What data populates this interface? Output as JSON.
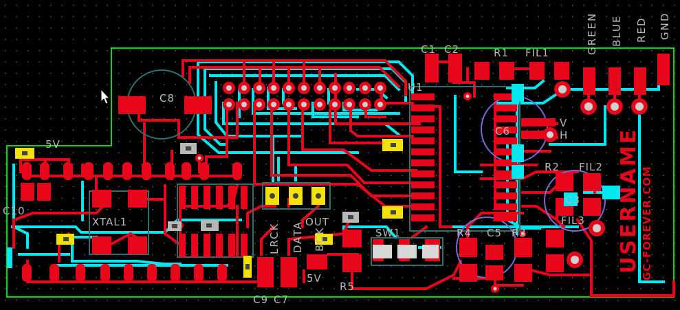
{
  "board": {
    "colors": {
      "background": "#000000",
      "grid_dot": "#6a6a6a",
      "outline": "#00e000",
      "top_copper": "#e8071a",
      "bottom_copper": "#00e8f0",
      "silkscreen": "#b8b8b8",
      "pad_hole": "#d0d0d0",
      "selected_pad": "#f2e20a",
      "component_outline": "#2f6f6f",
      "capacitor_outline": "#7a6ad8"
    },
    "designators": {
      "c1": "C1",
      "c2": "C2",
      "c3": "C3",
      "c5": "C5",
      "c6": "C6",
      "c7": "C7",
      "c8": "C8",
      "c9": "C9",
      "c10": "C10",
      "r1": "R1",
      "r2": "R2",
      "r3": "R3",
      "r4": "R4",
      "r5": "R5",
      "fil1": "FIL1",
      "fil2": "FIL2",
      "fil3": "FIL3",
      "u1": "U1",
      "xtal1": "XTAL1",
      "sw1": "SW1",
      "v_h_1": "V",
      "v_h_2": "H"
    },
    "net_labels": {
      "five_v_top": "5V",
      "five_v_bottom": "5V",
      "out": "OUT",
      "lrck": "LRCK",
      "data": "DATA",
      "bck": "BCK",
      "green": "GREEN",
      "blue": "BLUE",
      "red": "RED",
      "gnd": "GND"
    },
    "branding": {
      "username": "USERNAME",
      "website": "GC-FOREVER.COM"
    }
  }
}
